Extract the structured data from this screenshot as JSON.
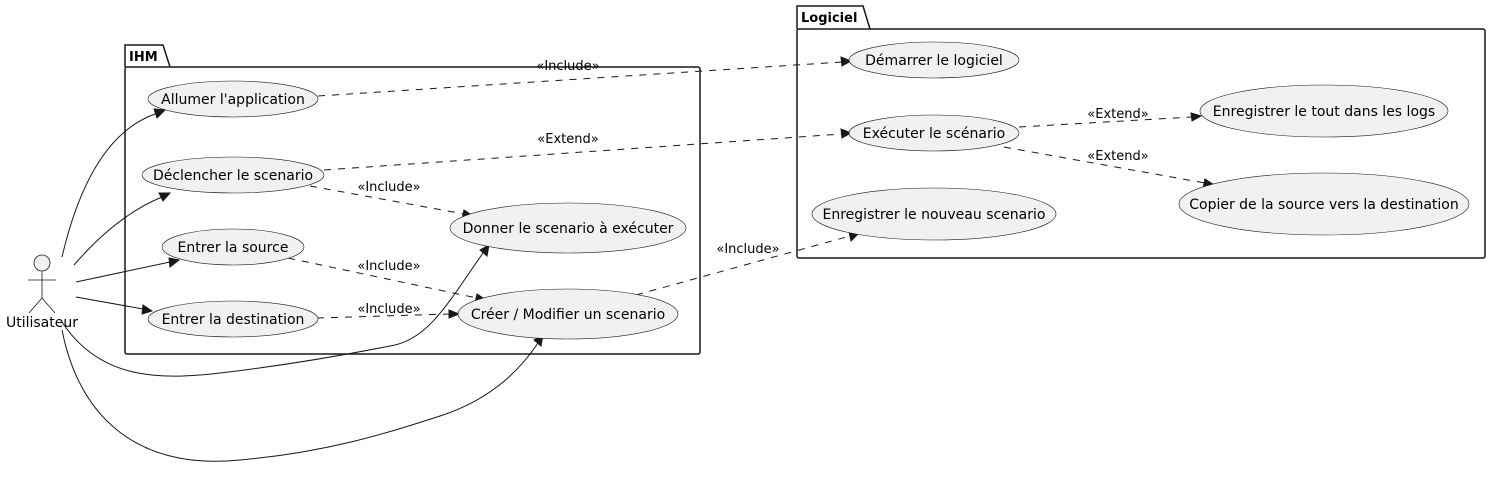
{
  "actor": {
    "name": "Utilisateur"
  },
  "packages": {
    "ihm": {
      "name": "IHM"
    },
    "logiciel": {
      "name": "Logiciel"
    }
  },
  "use_cases": {
    "allumer": "Allumer l'application",
    "declencher": "Déclencher le scenario",
    "entrer_source": "Entrer la source",
    "entrer_destination": "Entrer la destination",
    "donner": "Donner le scenario à exécuter",
    "creer": "Créer / Modifier un scenario",
    "demarrer": "Démarrer le logiciel",
    "executer": "Exécuter le scénario",
    "enregistrer_logs": "Enregistrer le tout dans les logs",
    "enregistrer_scenario": "Enregistrer le nouveau scenario",
    "copier": "Copier de la source vers la destination"
  },
  "relations": {
    "allumer_demarrer": "«Include»",
    "declencher_executer": "«Extend»",
    "declencher_donner": "«Include»",
    "source_creer": "«Include»",
    "destination_creer": "«Include»",
    "creer_enregistrer": "«Include»",
    "executer_logs": "«Extend»",
    "executer_copier": "«Extend»"
  }
}
